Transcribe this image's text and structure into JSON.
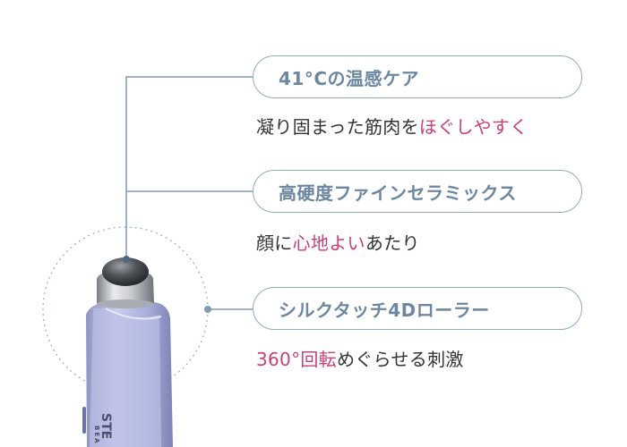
{
  "features": [
    {
      "title": "41°Cの温感ケア",
      "desc_before": "凝り固まった筋肉を",
      "desc_accent": "ほぐしやすく",
      "desc_after": ""
    },
    {
      "title": "高硬度ファインセラミックス",
      "desc_before": "顔に",
      "desc_accent": "心地よい",
      "desc_after": "あたり"
    },
    {
      "title": "シルクタッチ4Dローラー",
      "desc_before": "",
      "desc_accent": "360°回転",
      "desc_after": "めぐらせる刺激"
    }
  ],
  "device": {
    "brand_text": "STE",
    "brand_sub": "BEA"
  },
  "colors": {
    "pill_border": "#93a9bf",
    "pill_text": "#6d87a0",
    "accent": "#c8407a",
    "leader_line": "#7f9ab3",
    "device_body": "#b3b8e0"
  }
}
